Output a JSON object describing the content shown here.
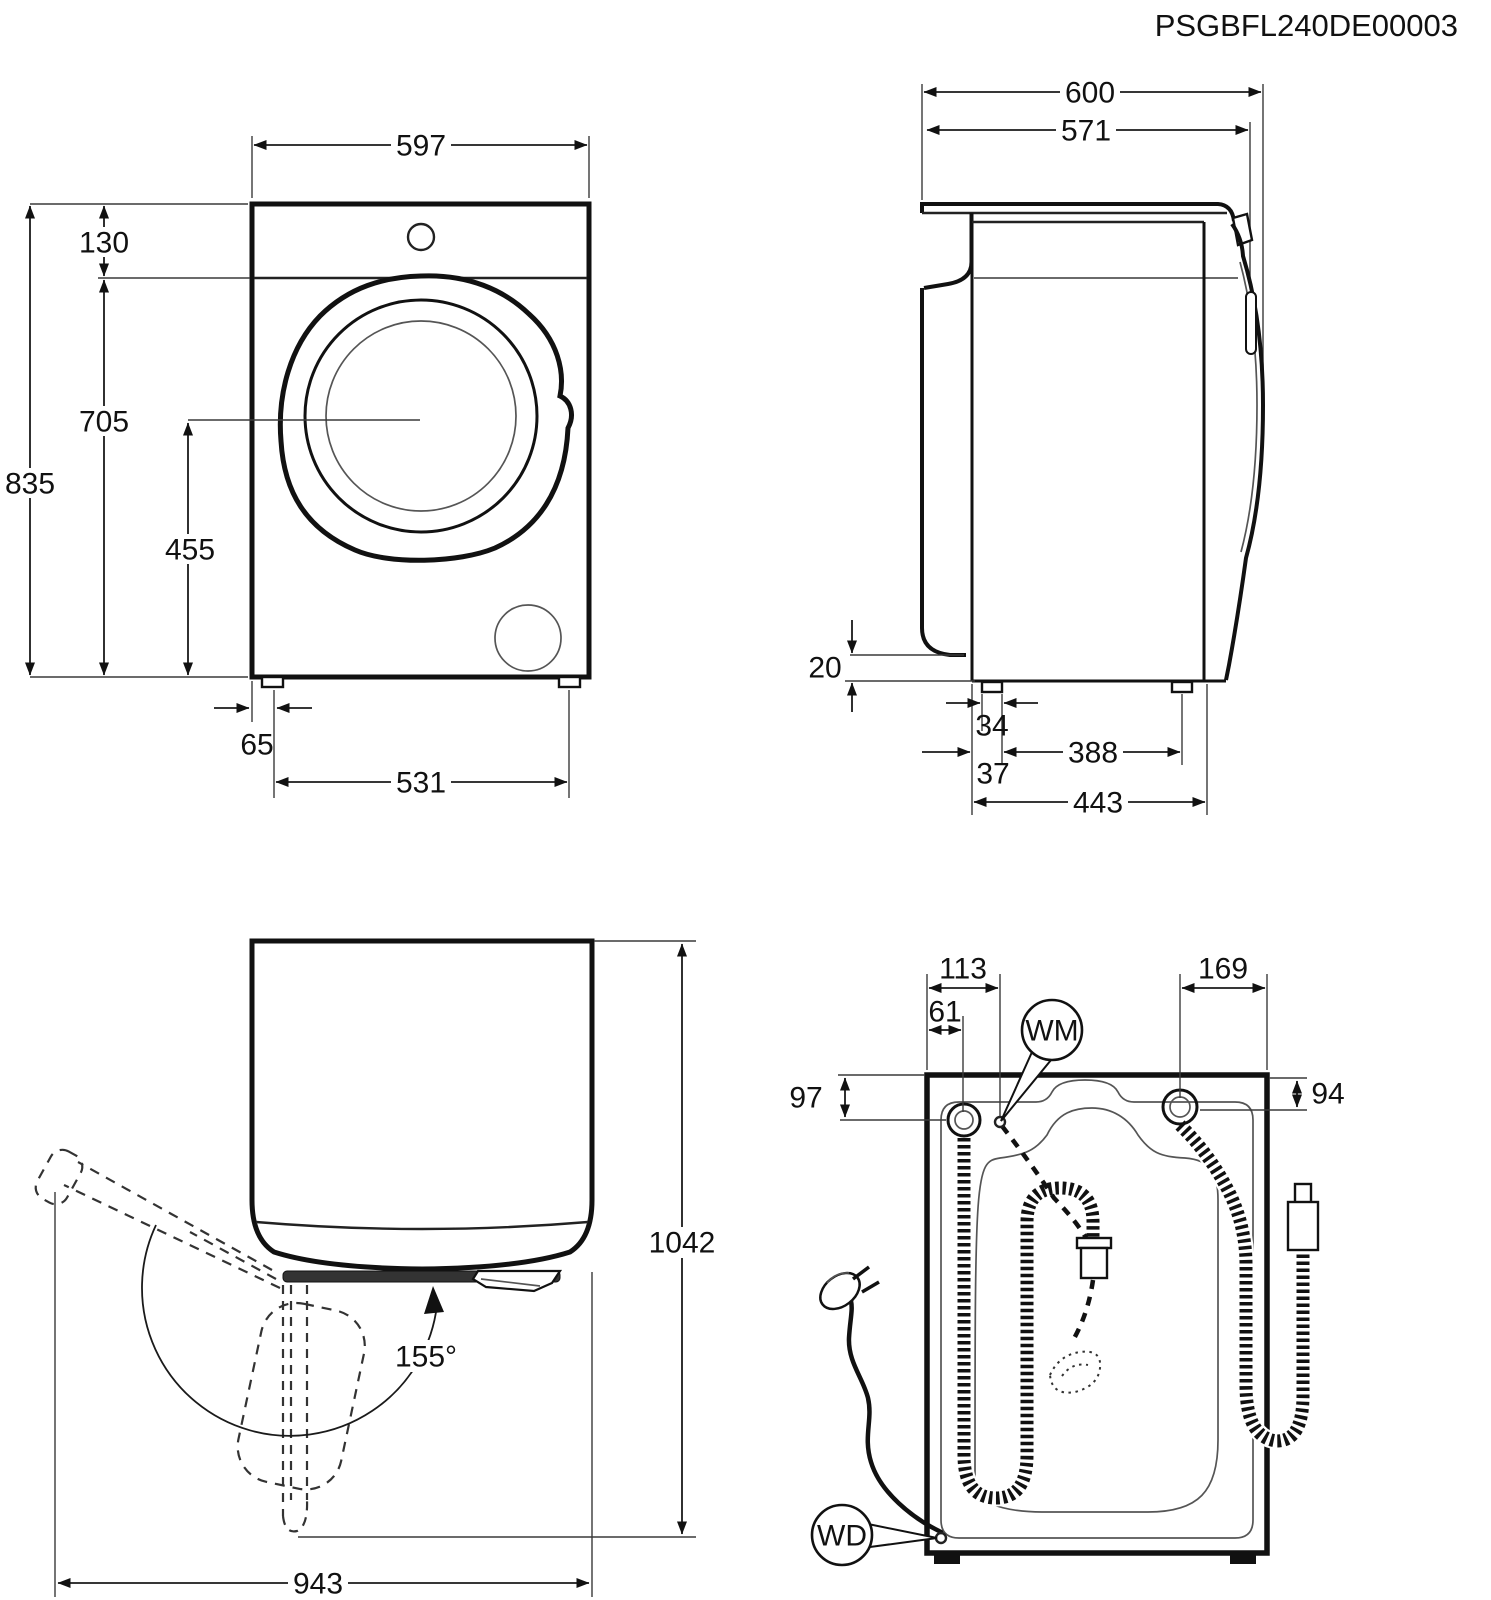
{
  "title": "PSGBFL240DE00003",
  "front_view": {
    "overall_width": "597",
    "overall_height": "835",
    "top_panel_height": "130",
    "front_panel_height": "705",
    "door_center_height": "455",
    "foot_side_offset": "65",
    "feet_spacing": "531"
  },
  "side_view": {
    "overall_depth": "600",
    "cabinet_depth": "571",
    "rear_clearance": "20",
    "foot_width": "34",
    "feet_spacing": "388",
    "rear_foot_offset": "37",
    "feet_span": "443"
  },
  "door_view": {
    "depth_door_open": "1042",
    "width_door_open": "943",
    "door_opening_angle": "155°"
  },
  "rear_view": {
    "drain_hose_offset": "113",
    "cord_outlet_offset": "61",
    "inlet_hose_offset": "169",
    "drain_hose_drop": "97",
    "inlet_hose_drop": "94",
    "water_mains_label": "WM",
    "water_drain_label": "WD"
  }
}
